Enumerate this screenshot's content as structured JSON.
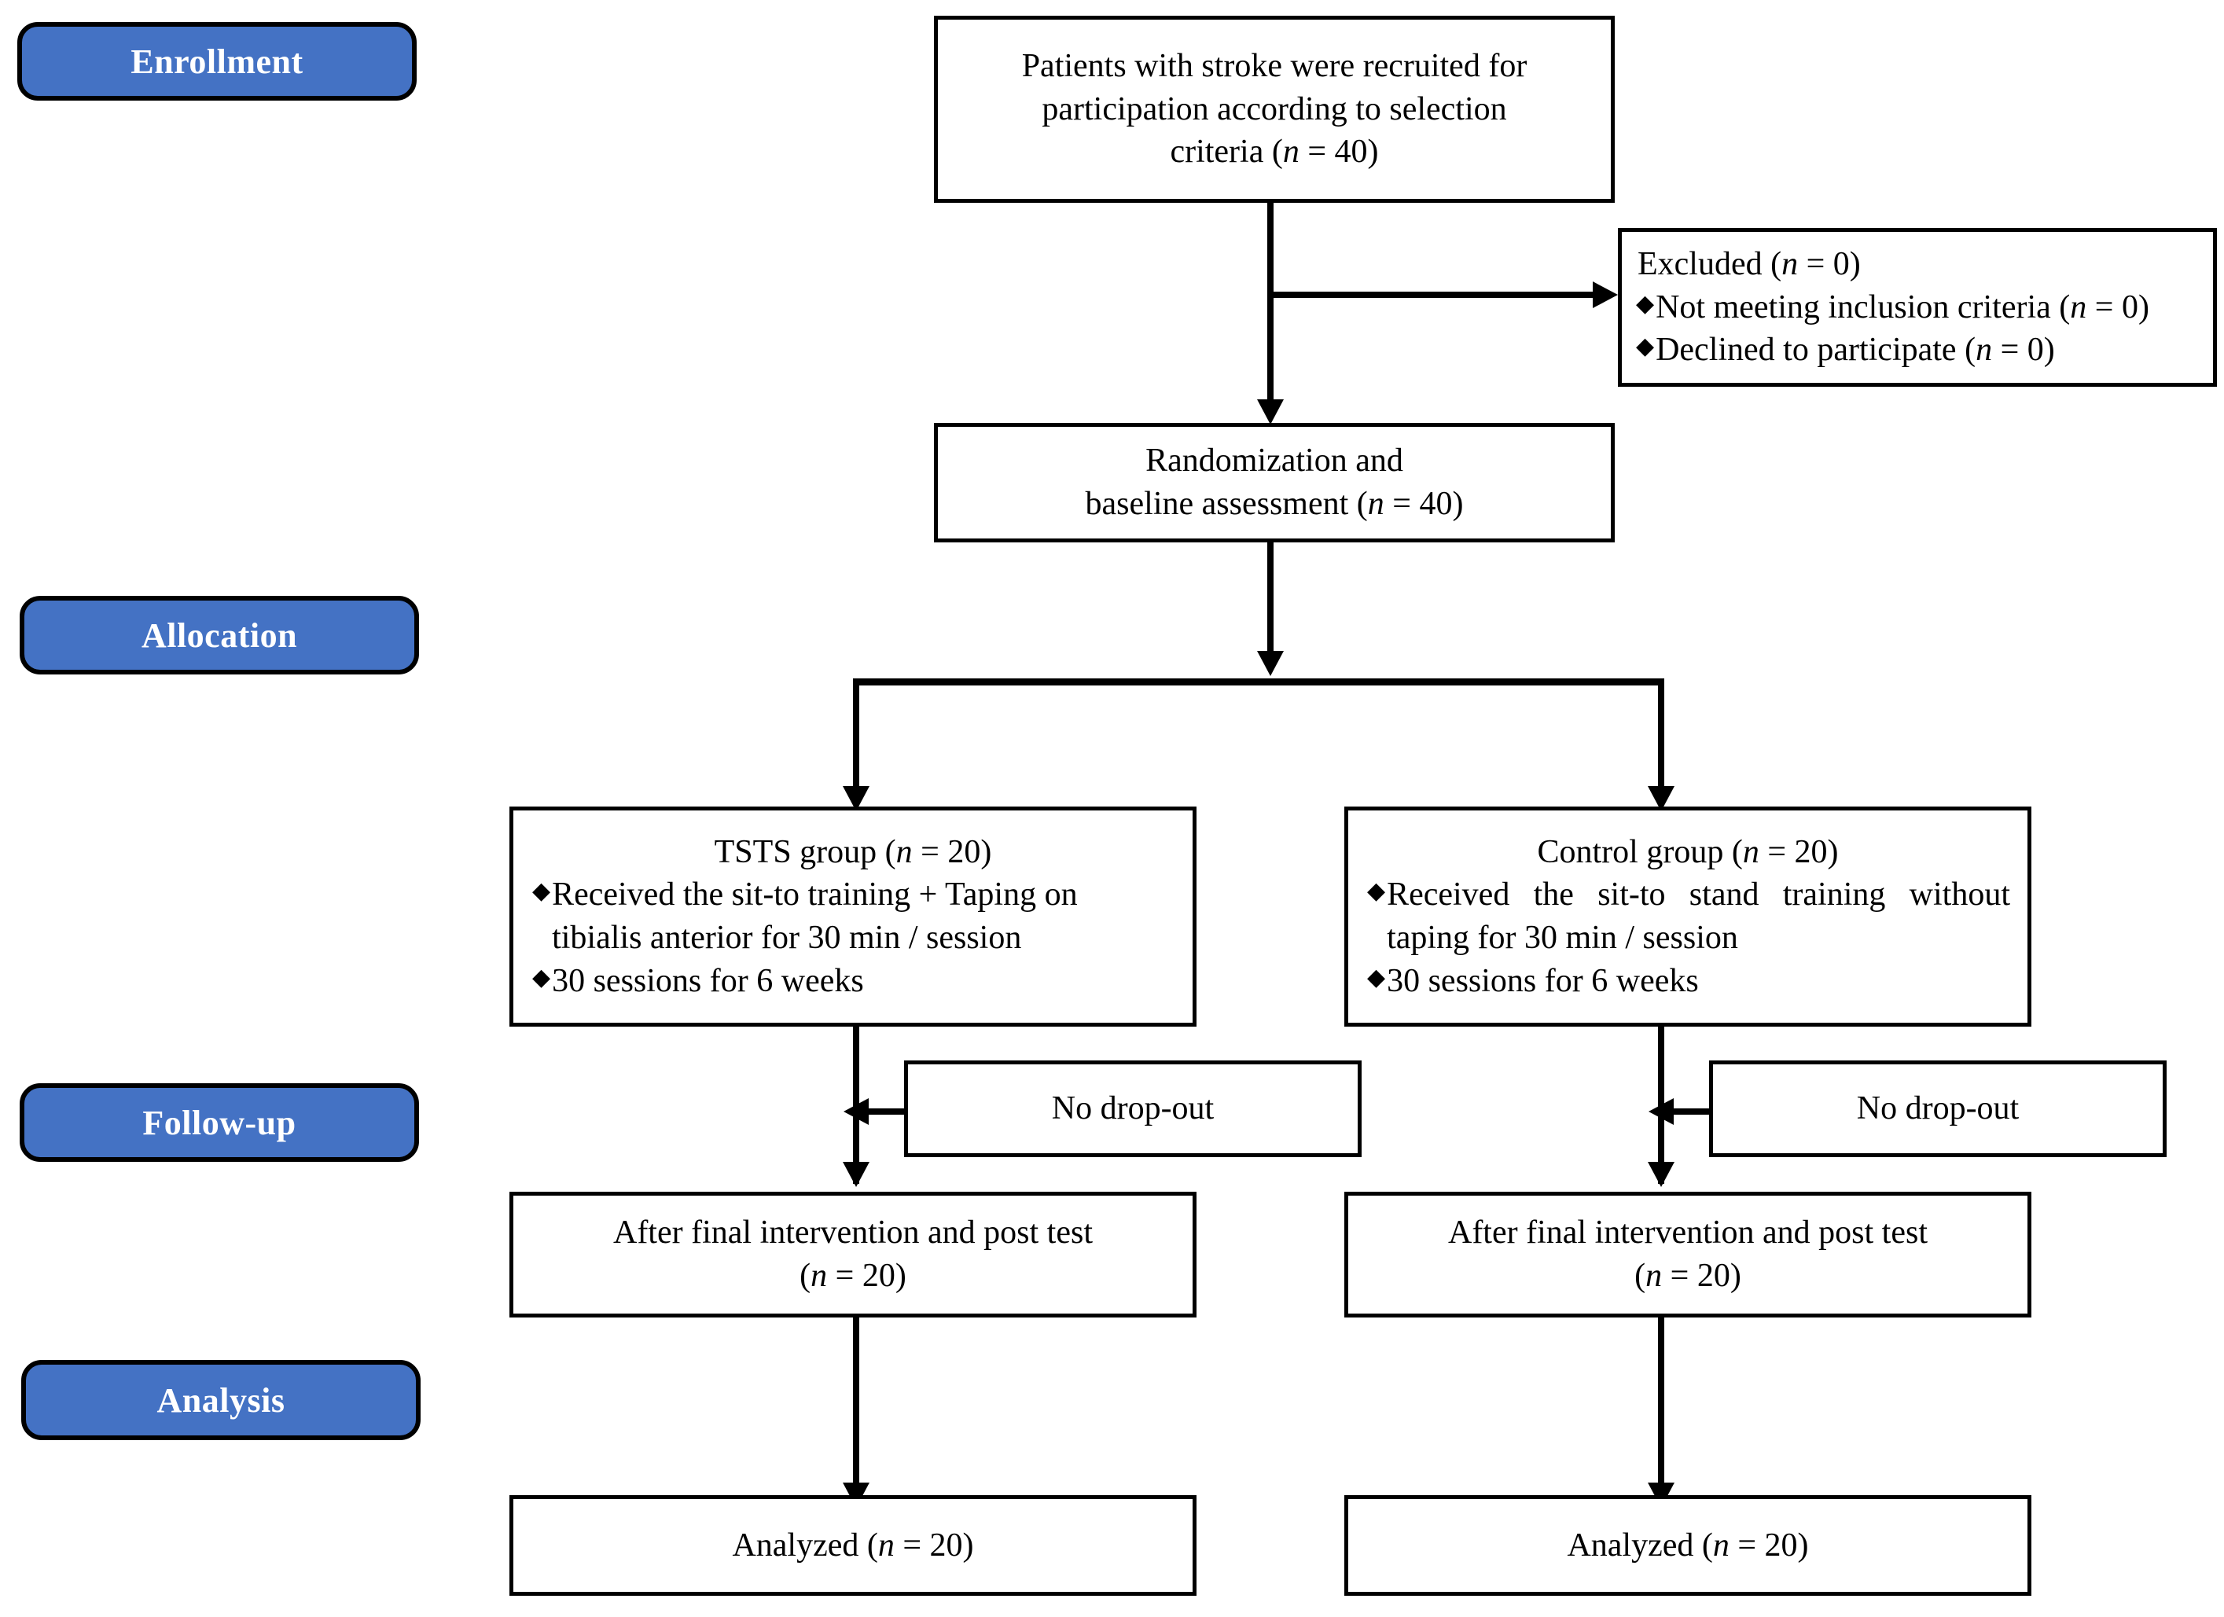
{
  "diagram": {
    "title": "CONSORT participant flow diagram",
    "accent_color": "#4472C4",
    "border_color": "#000000",
    "background_color": "#FFFFFF",
    "bullet_glyph": "◆"
  },
  "stages": [
    {
      "id": "enrollment",
      "label": "Enrollment"
    },
    {
      "id": "allocation",
      "label": "Allocation"
    },
    {
      "id": "followup",
      "label": "Follow-up"
    },
    {
      "id": "analysis",
      "label": "Analysis"
    }
  ],
  "boxes": {
    "recruited": {
      "line1": "Patients with stroke were recruited for",
      "line2": "participation according to selection",
      "line3_pre": "criteria (",
      "n_symbol": "n",
      "line3_post": " = 40)"
    },
    "excluded": {
      "heading_pre": "Excluded (",
      "heading_n": "n",
      "heading_post": " = 0)",
      "items": [
        {
          "text_pre": "Not meeting inclusion criteria (",
          "n": "n",
          "text_post": " = 0)"
        },
        {
          "text_pre": "Declined to participate (",
          "n": "n",
          "text_post": " = 0)"
        }
      ]
    },
    "randomization": {
      "line1": "Randomization and",
      "line2_pre": "baseline assessment (",
      "n_symbol": "n",
      "line2_post": " = 40)"
    },
    "tsts_group": {
      "title_pre": "TSTS group (",
      "title_n": "n",
      "title_post": " = 20)",
      "items": [
        "Received the sit-to training + Taping on tibialis anterior for 30 min / session",
        "30 sessions for 6 weeks"
      ]
    },
    "control_group": {
      "title_pre": "Control group (",
      "title_n": "n",
      "title_post": " = 20)",
      "items": [
        "Received the sit-to stand training without taping for 30 min / session",
        "30 sessions for 6 weeks"
      ]
    },
    "dropout_left": {
      "text": "No drop-out"
    },
    "dropout_right": {
      "text": "No drop-out"
    },
    "posttest_left": {
      "line1": "After final intervention and post test",
      "line2_pre": "(",
      "n_symbol": "n",
      "line2_post": " = 20)"
    },
    "posttest_right": {
      "line1": "After final intervention and post test",
      "line2_pre": "(",
      "n_symbol": "n",
      "line2_post": " = 20)"
    },
    "analyzed_left": {
      "text_pre": "Analyzed (",
      "n_symbol": "n",
      "text_post": " = 20)"
    },
    "analyzed_right": {
      "text_pre": "Analyzed (",
      "n_symbol": "n",
      "text_post": " = 20)"
    }
  }
}
